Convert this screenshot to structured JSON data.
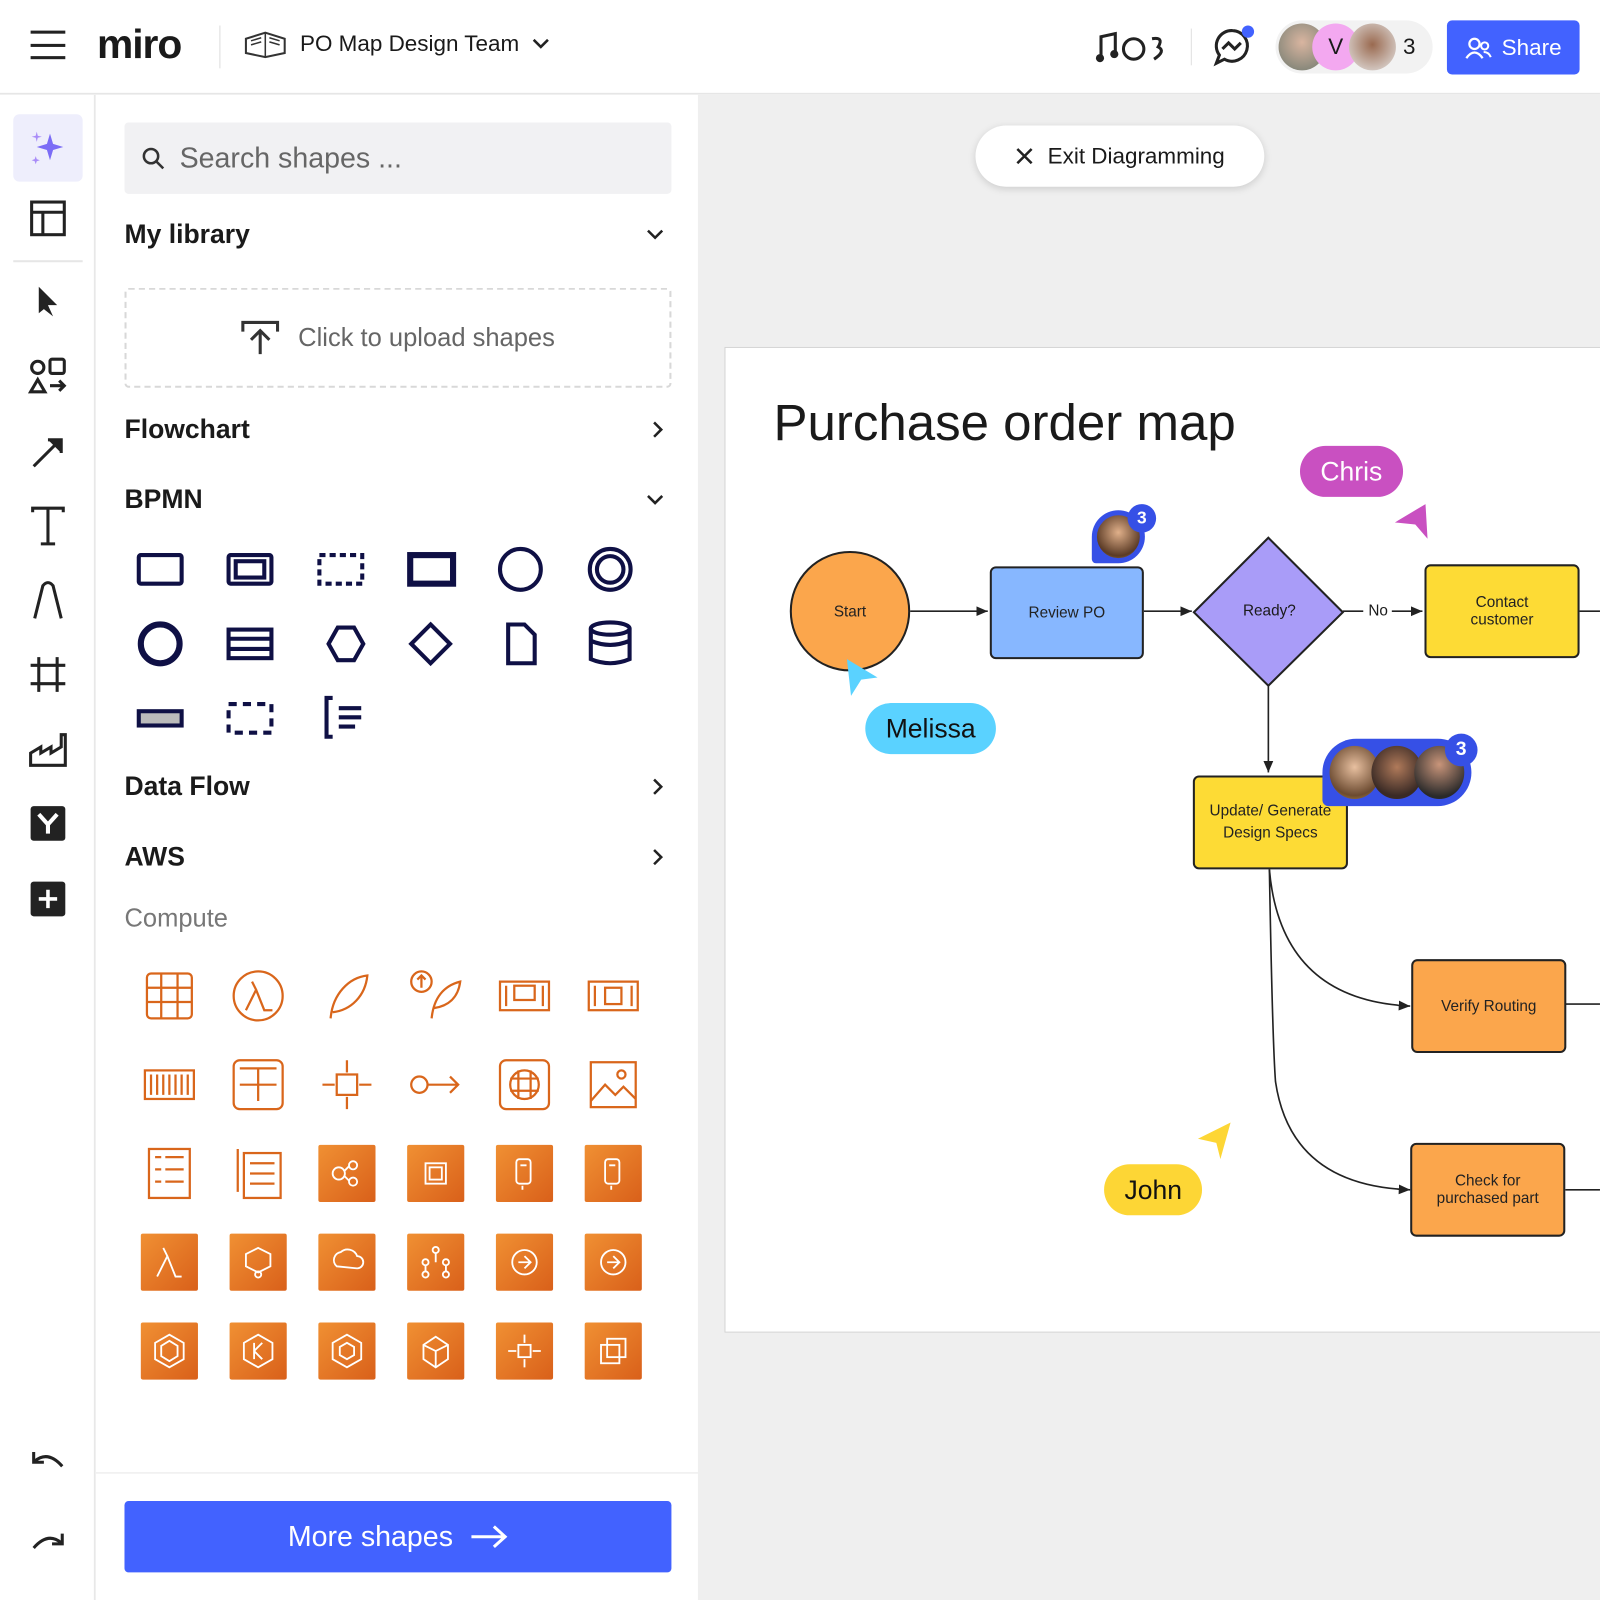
{
  "header": {
    "logo": "miro",
    "board_name": "PO Map Design Team",
    "collaborator_initial": "V",
    "collaborator_count": "3",
    "share_label": "Share",
    "accent": "#4262ff"
  },
  "toolbar": {
    "tools": [
      "ai-sparkle",
      "templates",
      "select",
      "shapes",
      "connector",
      "text",
      "pen",
      "frame",
      "charts",
      "apps-y",
      "add"
    ],
    "undo": "undo",
    "redo": "redo"
  },
  "panel": {
    "search_placeholder": "Search shapes ...",
    "my_library": "My library",
    "upload_label": "Click to upload shapes",
    "flowchart": "Flowchart",
    "bpmn": "BPMN",
    "data_flow": "Data Flow",
    "aws": "AWS",
    "compute": "Compute",
    "more_shapes": "More shapes"
  },
  "canvas": {
    "exit_label": "Exit Diagramming",
    "board_title": "Purchase order map",
    "nodes": {
      "start": "Start",
      "review": "Review PO",
      "ready": "Ready?",
      "no": "No",
      "contact": "Contact customer",
      "update": "Update/ Generate Design Specs",
      "verify": "Verify Routing",
      "check": "Check for purchased part"
    },
    "comment_count_1": "3",
    "comment_count_2": "3",
    "cursors": {
      "chris": "Chris",
      "melissa": "Melissa",
      "john": "John",
      "chris_color": "#c950c1",
      "melissa_color": "#5ad2ff",
      "john_color": "#fdd635"
    }
  }
}
